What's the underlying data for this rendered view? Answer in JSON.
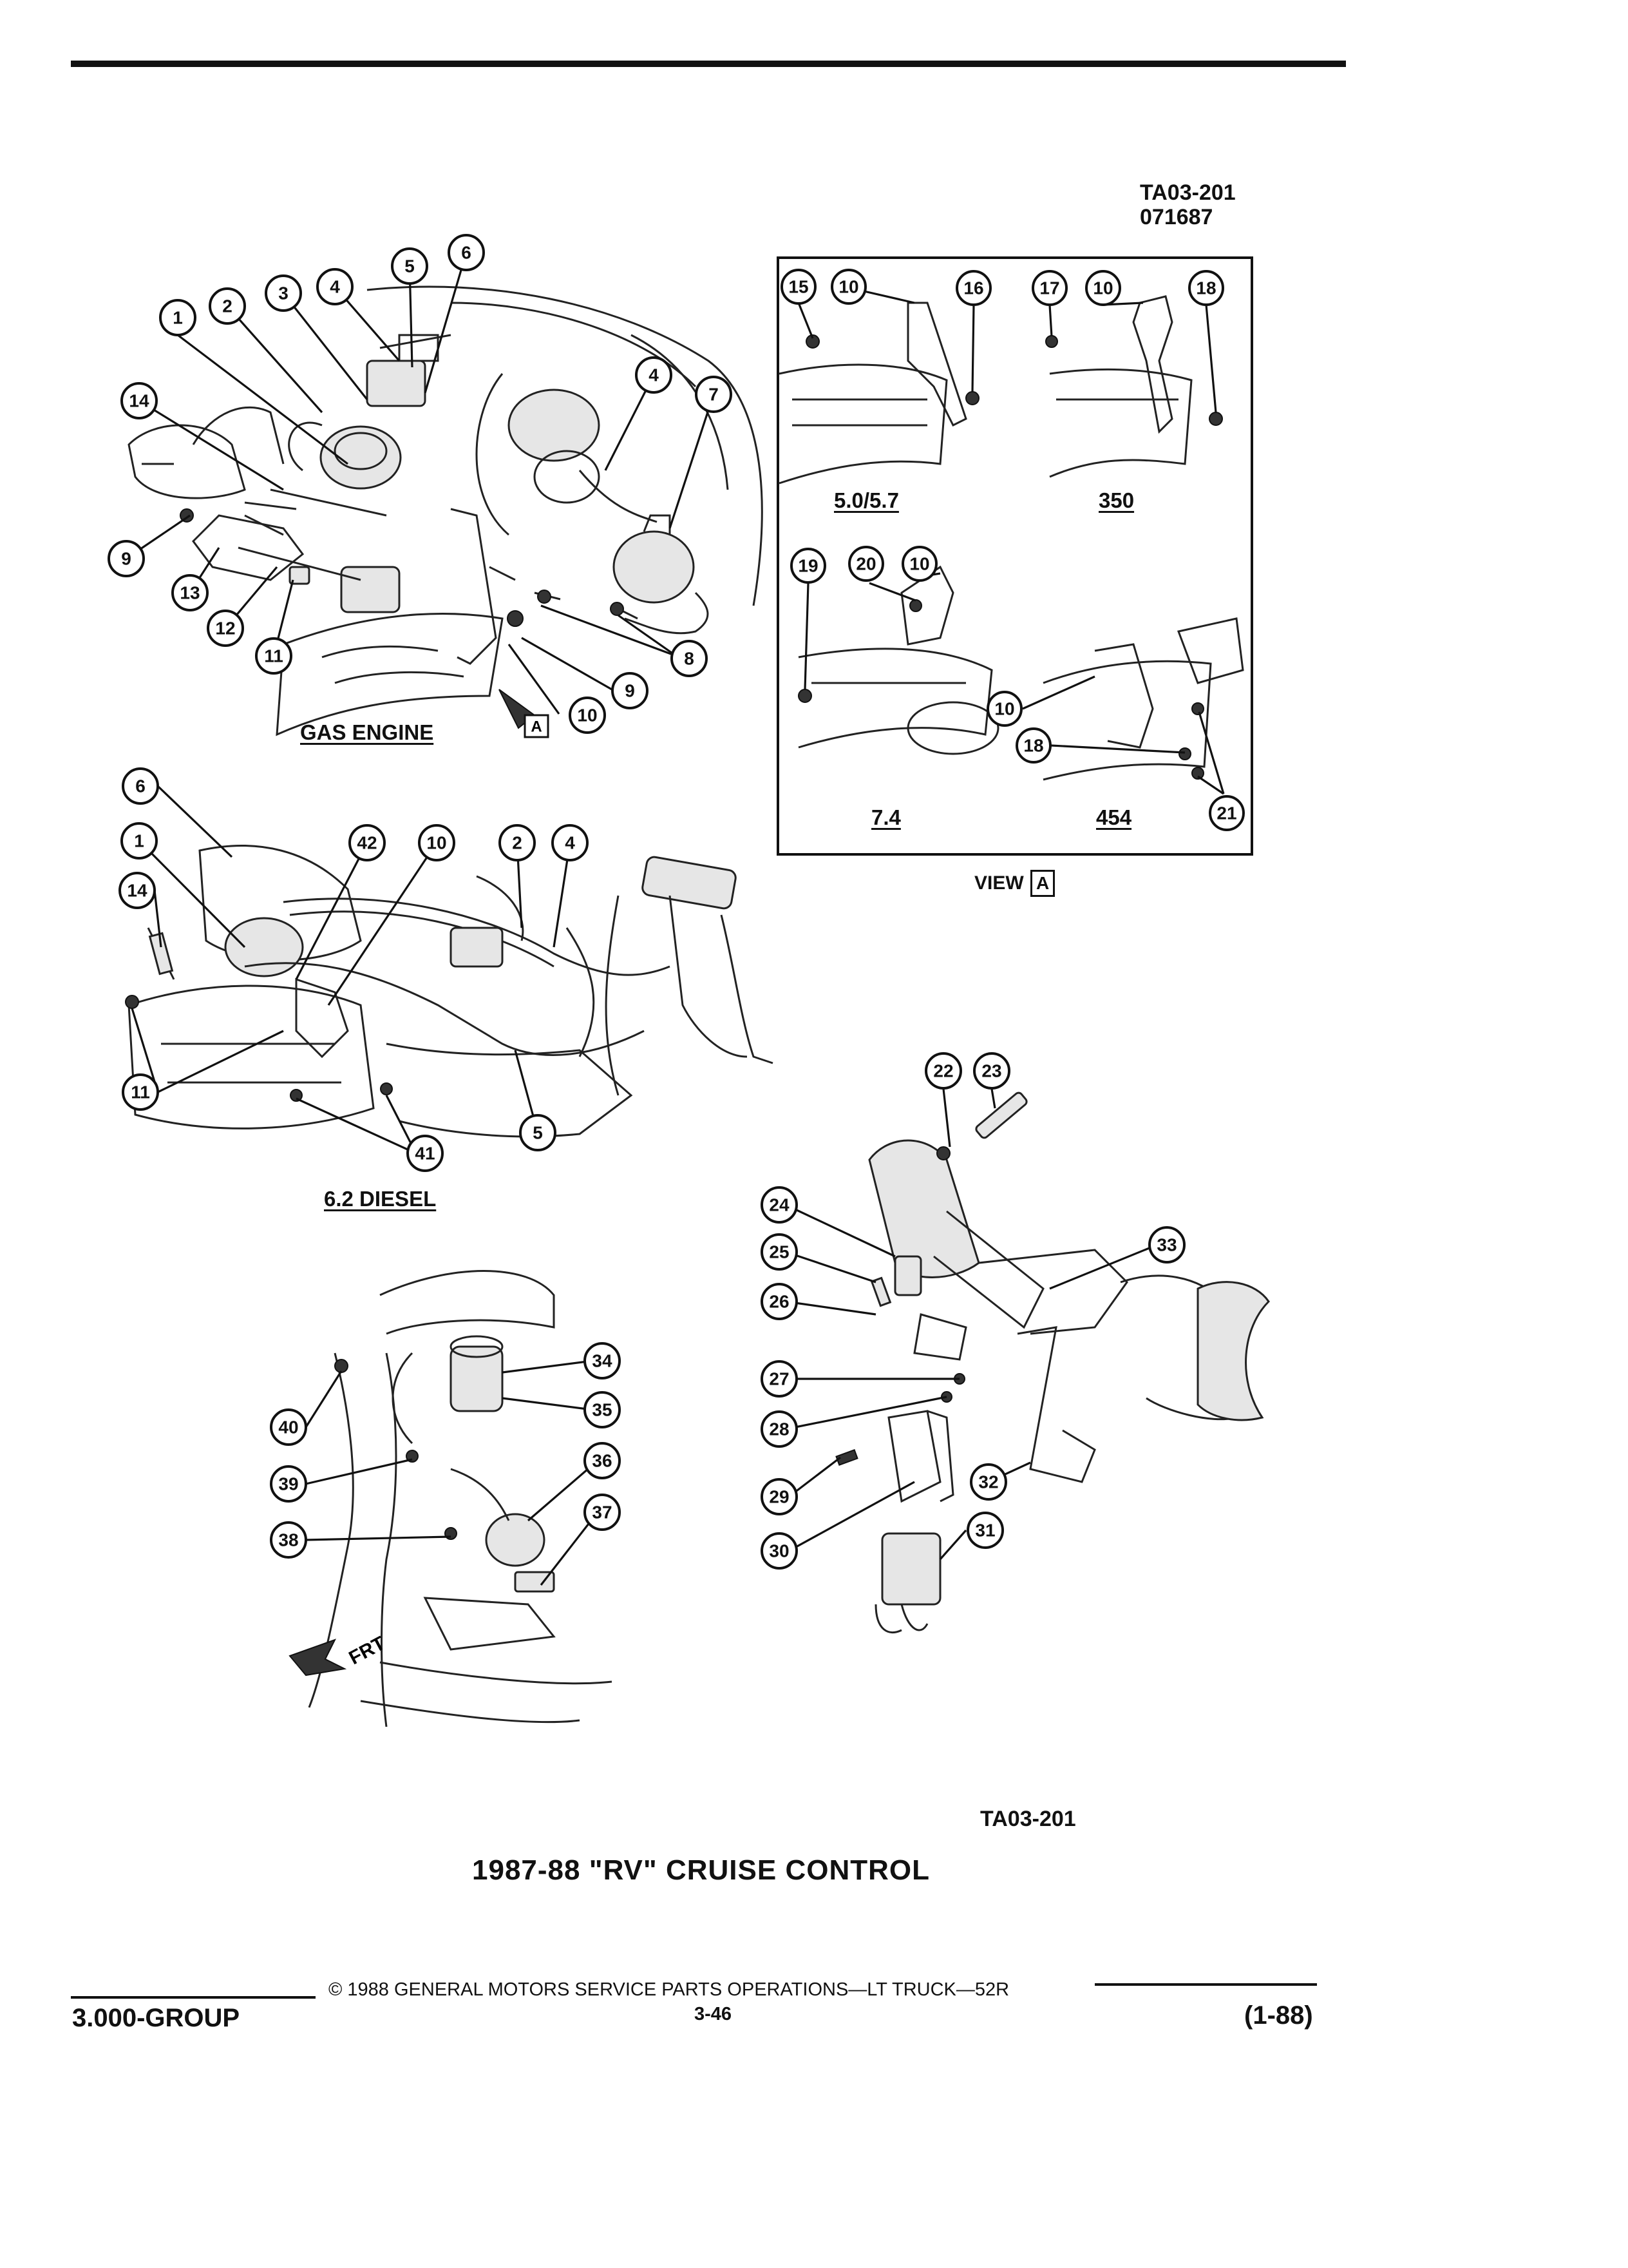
{
  "header": {
    "ref_code": "TA03-201",
    "date_code": "071687"
  },
  "labels": {
    "gas_engine": "GAS ENGINE",
    "diesel": "6.2 DIESEL",
    "view_a": "VIEW",
    "view_a_letter": "A",
    "v_5057": "5.0/5.7",
    "v_350": "350",
    "v_74": "7.4",
    "v_454": "454",
    "frt": "FRT",
    "arrow_a": "A"
  },
  "caption": {
    "ref_code": "TA03-201",
    "title": "1987-88 \"RV\" CRUISE CONTROL"
  },
  "footer": {
    "copyright": "© 1988 GENERAL MOTORS SERVICE PARTS OPERATIONS—LT TRUCK—52R",
    "page": "3-46",
    "group": "3.000-GROUP",
    "revision": "(1-88)"
  },
  "callouts": {
    "gas": [
      "1",
      "2",
      "3",
      "4",
      "5",
      "6",
      "14",
      "4",
      "7",
      "9",
      "13",
      "12",
      "11",
      "8",
      "9",
      "10"
    ],
    "view_a": [
      "15",
      "10",
      "16",
      "17",
      "10",
      "18",
      "19",
      "20",
      "10",
      "10",
      "18",
      "21"
    ],
    "diesel": [
      "6",
      "1",
      "14",
      "42",
      "10",
      "2",
      "4",
      "11",
      "41",
      "5"
    ],
    "bottom_left": [
      "34",
      "35",
      "40",
      "36",
      "39",
      "37",
      "38"
    ],
    "column": [
      "22",
      "23",
      "24",
      "25",
      "26",
      "33",
      "27",
      "28",
      "29",
      "32",
      "30",
      "31"
    ]
  }
}
